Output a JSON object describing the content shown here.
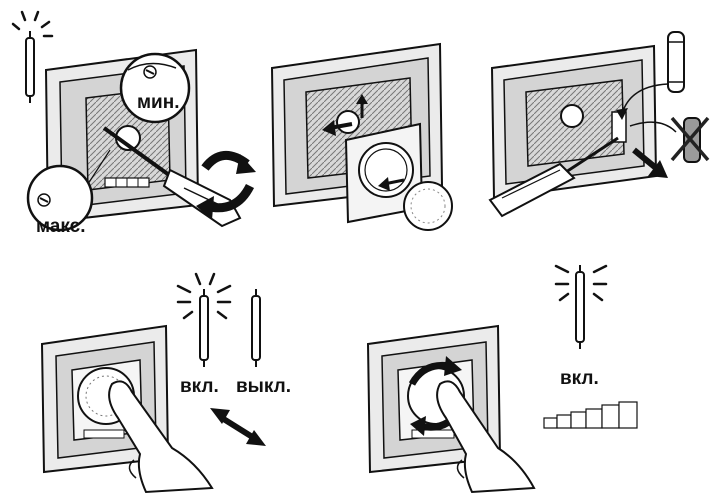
{
  "labels": {
    "min": "мин.",
    "max": "макс.",
    "on_left": "вкл.",
    "off": "выкл.",
    "on_right": "вкл."
  },
  "colors": {
    "ink": "#111111",
    "frame_fill": "#e6e6e6",
    "frame_inner": "#cfcfcf",
    "panel_fill": "#b8b8b8",
    "background": "#ffffff",
    "cross": "#222222"
  },
  "icons": [
    "lamp-icon",
    "glow-rays-icon",
    "rotate-arrow-icon",
    "screwdriver-icon",
    "fuse-icon",
    "crossed-fuse-icon",
    "hand-icon",
    "double-arrow-icon",
    "brightness-steps-icon"
  ]
}
